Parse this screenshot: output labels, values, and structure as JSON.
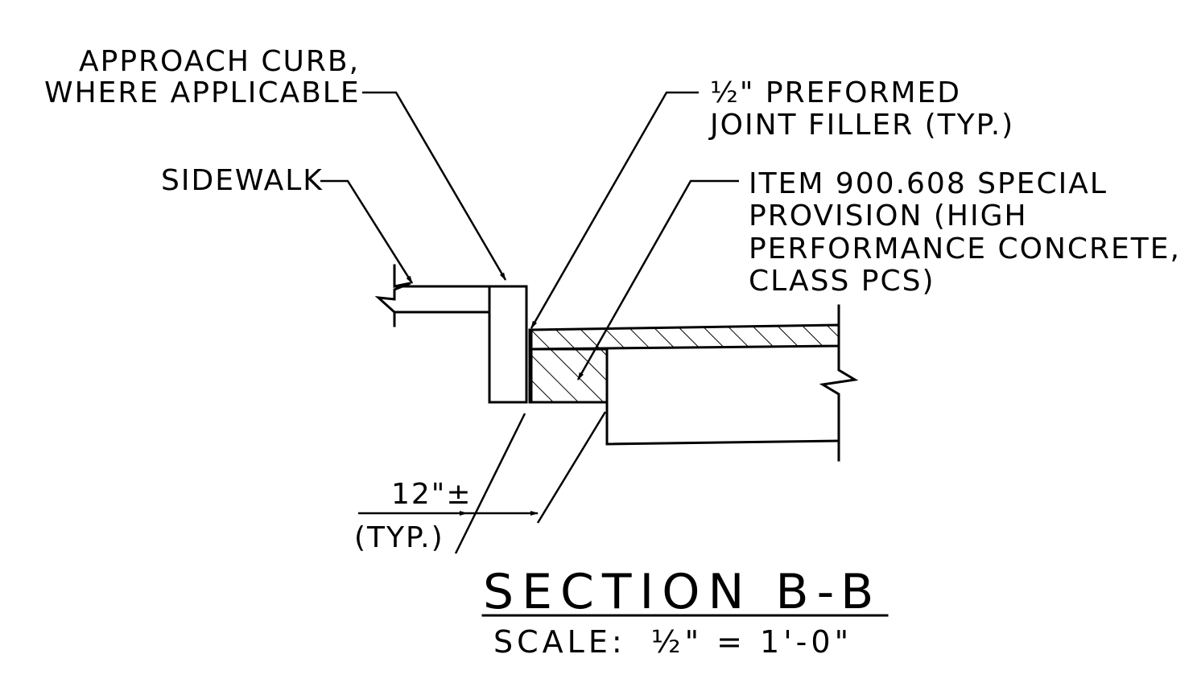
{
  "labels": {
    "approach_curb_line1": "APPROACH CURB,",
    "approach_curb_line2": "WHERE APPLICABLE",
    "joint_filler_fraction": "½",
    "joint_filler_line1_rest": "\" PREFORMED",
    "joint_filler_line2": "JOINT FILLER (TYP.)",
    "sidewalk": "SIDEWALK",
    "item_line1": "ITEM 900.608 SPECIAL",
    "item_line2": "PROVISION (HIGH",
    "item_line3": "PERFORMANCE CONCRETE,",
    "item_line4": "CLASS PCS)",
    "dimension_value": "12\"±",
    "dimension_note": "(TYP.)"
  },
  "title": {
    "section": "SECTION B-B",
    "scale_prefix": "SCALE:",
    "scale_fraction": "½",
    "scale_rest": "\" = 1'-0\""
  }
}
